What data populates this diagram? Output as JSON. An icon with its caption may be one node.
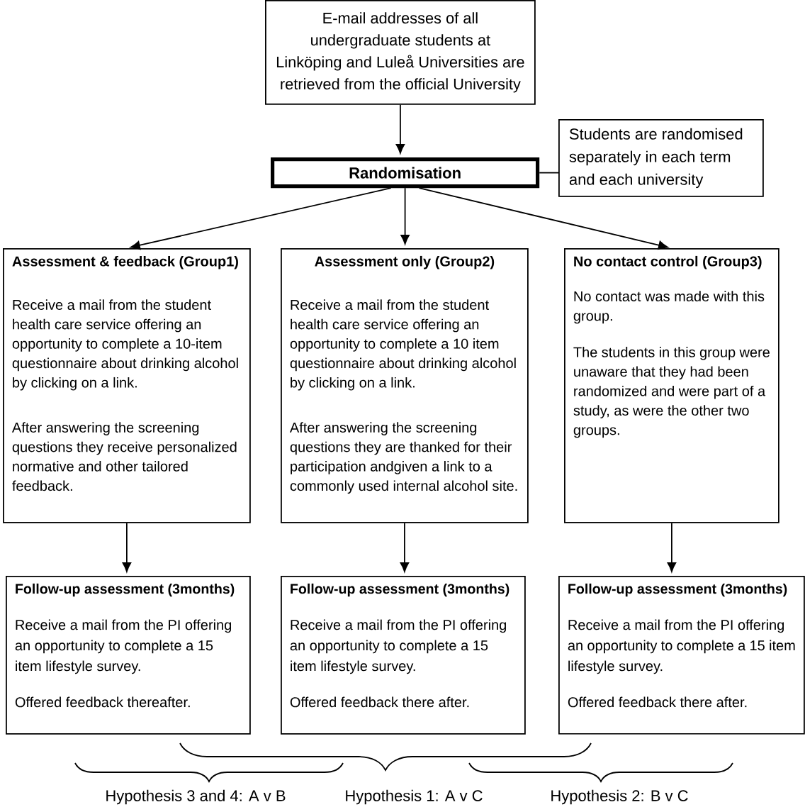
{
  "diagram": {
    "nodes": [
      {
        "text": [
          "E-mail addresses of all undergraduate students at Linköping and Luleå Universities are retrieved from the official University"
        ]
      },
      {
        "text": [
          "Randomisation"
        ]
      },
      {
        "text": [
          "Students are randomised separately in each term and each university"
        ]
      },
      {
        "text": [
          "Assessment & feedback (Group1)",
          "Receive a mail from the student health care service offering an opportunity to complete a 10-item questionnaire about drinking alcohol by clicking on a link.",
          "After answering the screening questions they receive personalized normative and other tailored feedback."
        ]
      },
      {
        "text": [
          "Assessment only (Group2)",
          "Receive a mail from the student health care service offering an opportunity to complete a 10 item questionnaire about drinking alcohol by clicking on a link.",
          "After answering the screening questions they are thanked for their participation andgiven a link to a commonly used internal alcohol site."
        ]
      },
      {
        "text": [
          "No contact control (Group3)",
          "No contact was made with this group.",
          "The students in this group were unaware that they had been randomized and were part of a study, as were the other two groups."
        ]
      },
      {
        "text": [
          "Follow-up assessment (3months)",
          "Receive a mail from the PI offering an opportunity to complete a 15 item lifestyle survey.",
          "Offered feedback thereafter."
        ]
      },
      {
        "text": [
          "Follow-up assessment (3months)",
          "Receive a mail from the PI offering an opportunity to complete a 15 item lifestyle survey.",
          "Offered feedback there after."
        ]
      },
      {
        "text": [
          "Follow-up assessment (3months)",
          "Receive a mail from the PI offering an opportunity to complete a 15 item lifestyle survey.",
          "Offered feedback there after."
        ]
      }
    ],
    "edges": [
      {
        "from": 0,
        "to": 1,
        "arrow": "to"
      },
      {
        "from": 1,
        "to": 2,
        "arrow": "none"
      },
      {
        "from": 1,
        "to": 3,
        "arrow": "to"
      },
      {
        "from": 1,
        "to": 4,
        "arrow": "to"
      },
      {
        "from": 1,
        "to": 5,
        "arrow": "to"
      },
      {
        "from": 3,
        "to": 6,
        "arrow": "to"
      },
      {
        "from": 4,
        "to": 7,
        "arrow": "to"
      },
      {
        "from": 5,
        "to": 8,
        "arrow": "to"
      }
    ],
    "labels": [
      "Hypothesis 3 and 4: A v B",
      "Hypothesis 1: A v C",
      "Hypothesis 2: B v C"
    ]
  }
}
